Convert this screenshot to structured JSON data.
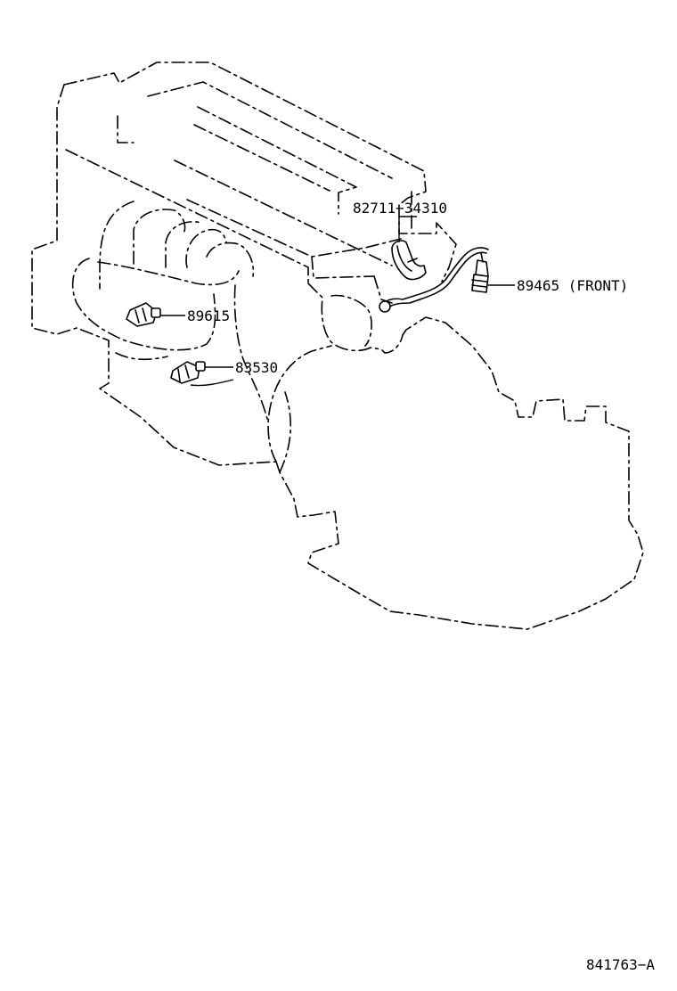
{
  "parts": [
    {
      "id": "part-82711",
      "label": "82711−34310"
    },
    {
      "id": "part-89465",
      "label": "89465 (FRONT)"
    },
    {
      "id": "part-89615",
      "label": "89615"
    },
    {
      "id": "part-83530",
      "label": "83530"
    }
  ],
  "drawing_number": "841763−A"
}
